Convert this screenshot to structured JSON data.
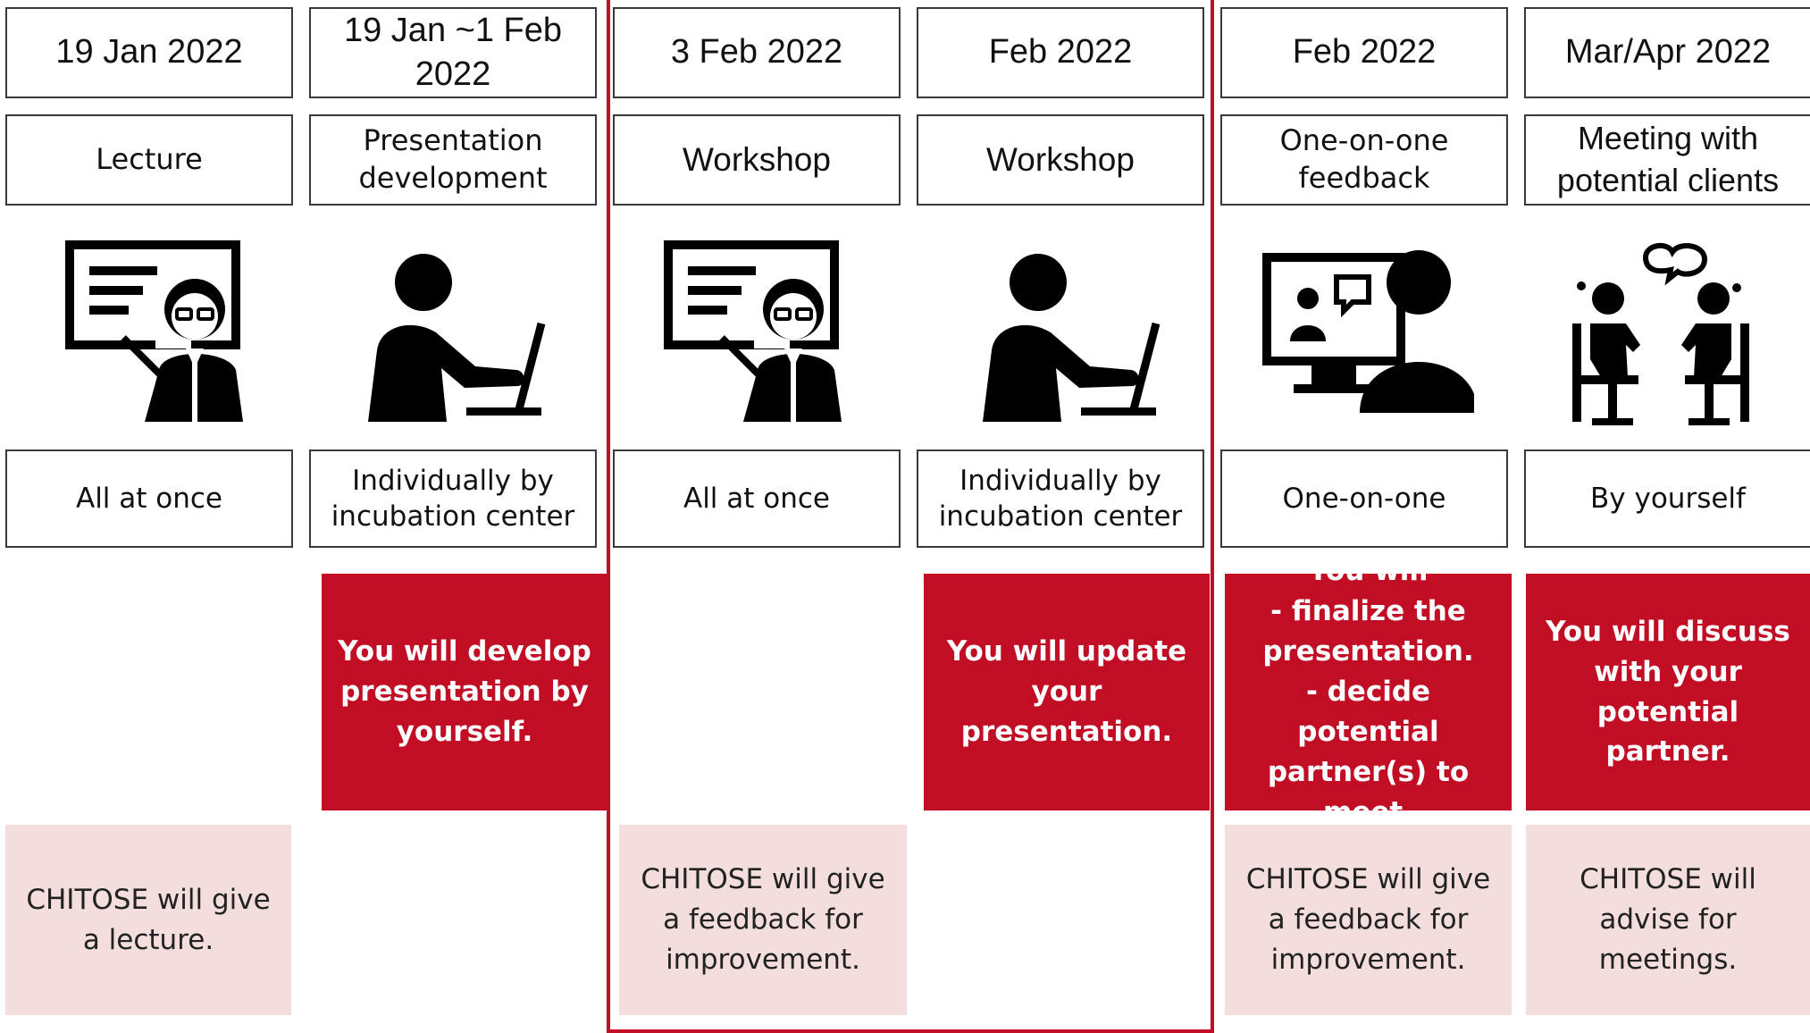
{
  "columns": [
    {
      "date": "19 Jan 2022",
      "activity": "Lecture",
      "icon": "lecturer-icon",
      "mode": "All at once",
      "you": "",
      "chitose": "CHITOSE will give\na lecture."
    },
    {
      "date": "19 Jan ~1 Feb\n2022",
      "activity": "Presentation\ndevelopment",
      "icon": "person-laptop-icon",
      "mode": "Individually by\nincubation center",
      "you": "You will develop\npresentation by\nyourself.",
      "chitose": ""
    },
    {
      "date": "3 Feb 2022",
      "activity": "Workshop",
      "icon": "lecturer-icon",
      "mode": "All at once",
      "you": "",
      "chitose": "CHITOSE will give\na feedback for\nimprovement."
    },
    {
      "date": "Feb 2022",
      "activity": "Workshop",
      "icon": "person-laptop-icon",
      "mode": "Individually by\nincubation center",
      "you": "You will update\nyour\npresentation.",
      "chitose": ""
    },
    {
      "date": "Feb 2022",
      "activity": "One-on-one\nfeedback",
      "icon": "video-call-icon",
      "mode": "One-on-one",
      "you": "You will\n- finalize the\npresentation.\n- decide potential\npartner(s) to\nmeet.",
      "chitose": "CHITOSE will give\na feedback for\nimprovement."
    },
    {
      "date": "Mar/Apr 2022",
      "activity": "Meeting with\npotential clients",
      "icon": "meeting-icon",
      "mode": "By yourself",
      "you": "You will discuss\nwith your\npotential partner.",
      "chitose": "CHITOSE will\nadvise for\nmeetings."
    }
  ],
  "colors": {
    "accent_red": "#c20e24",
    "chitose_pink": "#f3dddd",
    "border": "#3a3a3a"
  }
}
